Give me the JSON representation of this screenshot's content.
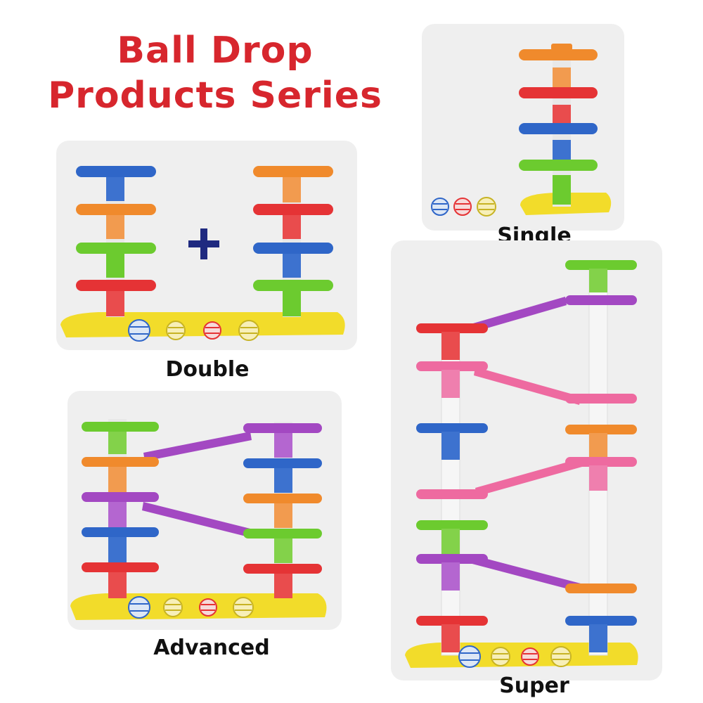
{
  "title": {
    "line1": "Ball Drop",
    "line2": "Products Series"
  },
  "products": {
    "single": {
      "label": "Single"
    },
    "double": {
      "label": "Double"
    },
    "advanced": {
      "label": "Advanced"
    },
    "super": {
      "label": "Super"
    }
  },
  "colors": {
    "title_red": "#d7262d",
    "orange": "#f08a2c",
    "red": "#e53335",
    "blue": "#2f66c8",
    "green": "#6ccb2f",
    "purple": "#a348c2",
    "pink": "#ee6aa0",
    "yellow": "#f2dc2a",
    "plus": "#1f2a80"
  },
  "icons": [
    "plus-icon",
    "ball-icon"
  ]
}
